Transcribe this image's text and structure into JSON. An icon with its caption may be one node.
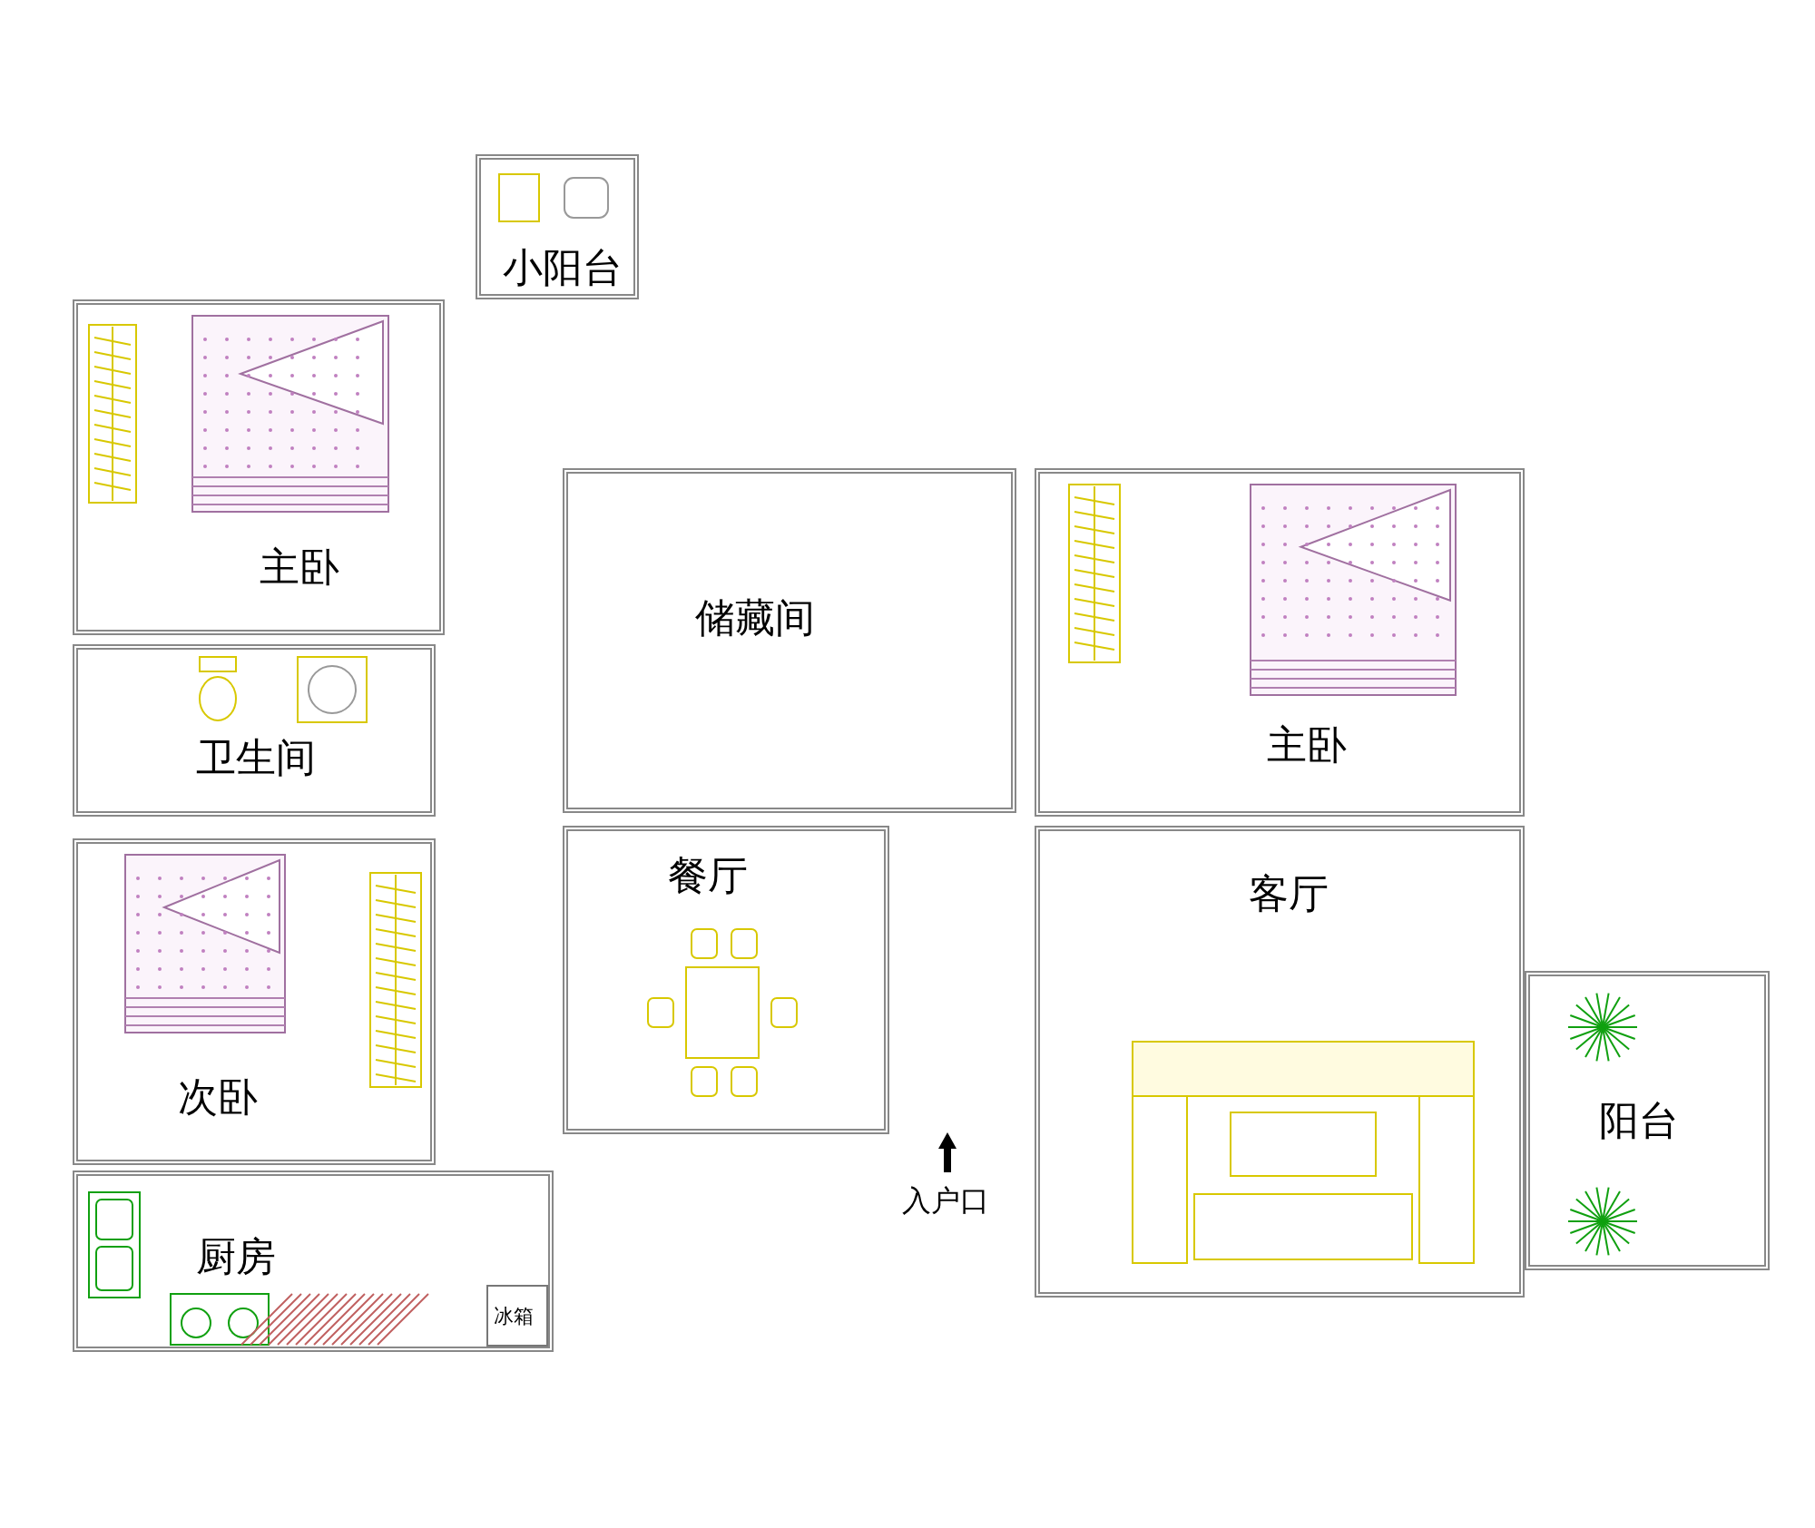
{
  "diagram": {
    "nodes": [
      {
        "text": [
          "小阳台"
        ]
      },
      {
        "text": [
          "主卧"
        ]
      },
      {
        "text": [
          "储藏间"
        ]
      },
      {
        "text": [
          "主卧"
        ]
      },
      {
        "text": [
          "卫生间"
        ]
      },
      {
        "text": [
          "餐厅"
        ]
      },
      {
        "text": [
          "客厅"
        ]
      },
      {
        "text": [
          "次卧"
        ]
      },
      {
        "text": [
          "阳台"
        ]
      },
      {
        "text": [
          "厨房"
        ]
      },
      {
        "text": [
          "冰箱"
        ],
        "in": 9
      }
    ],
    "edges": [],
    "labels": [
      "入户口"
    ]
  }
}
